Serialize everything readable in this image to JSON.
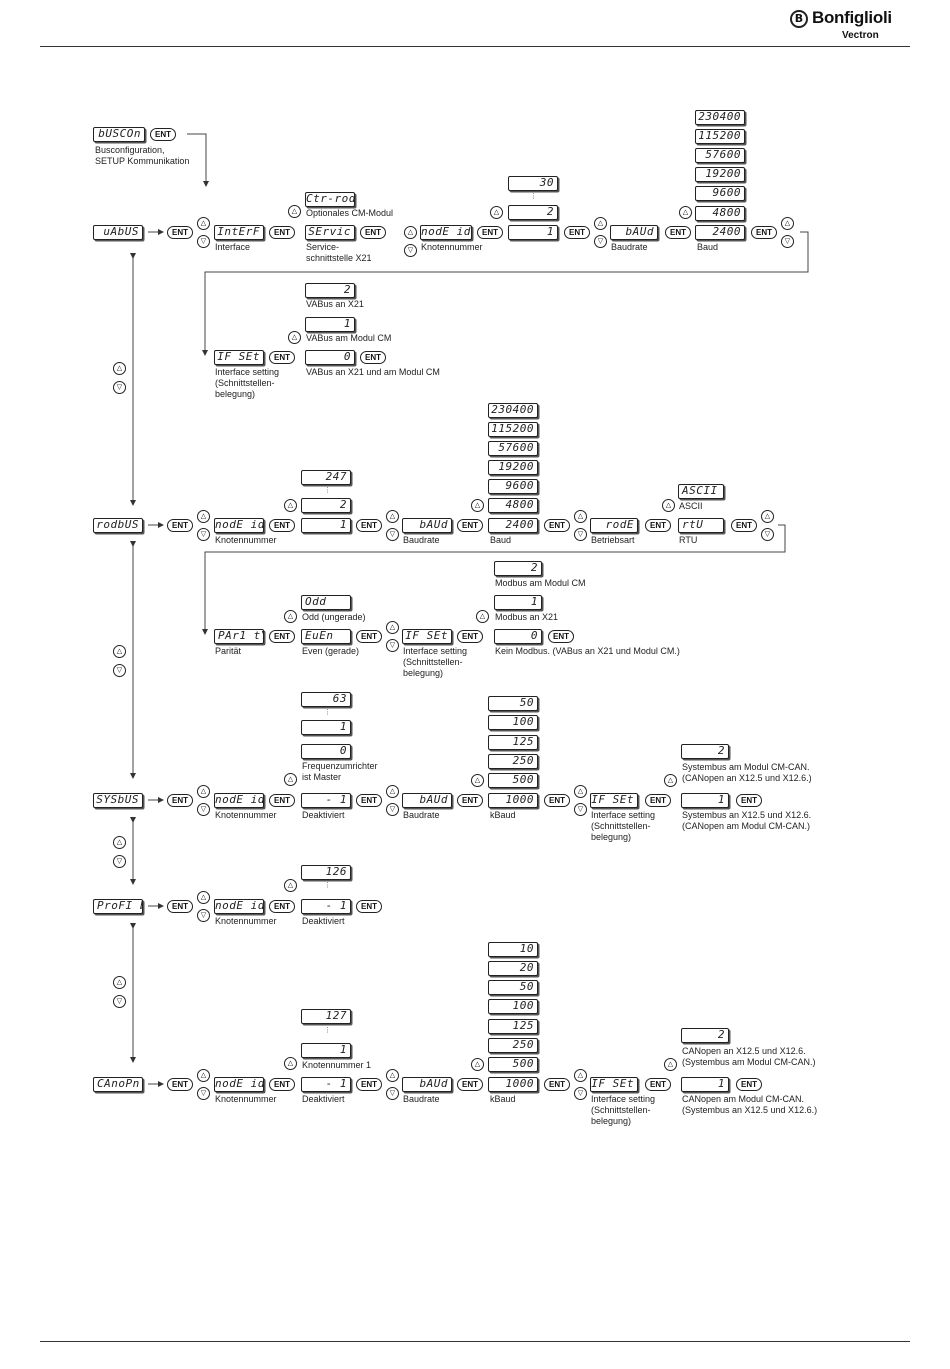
{
  "logo": {
    "brand": "Bonfiglioli",
    "sub": "Vectron"
  },
  "start": {
    "display": "bUSCOn",
    "label": "Busconfiguration,\nSETUP Kommunikation"
  },
  "vabus": {
    "display": "uAbUS",
    "interface": {
      "display": "IntErF",
      "label": "Interface"
    },
    "optional": {
      "display": "Ctr-rod",
      "label": "Optionales CM-Modul"
    },
    "service": {
      "display": "SErvic",
      "label": "Service-\nschnittstelle X21"
    },
    "node": {
      "display": "nodE id",
      "label": "Knotennummer",
      "max": "30",
      "two": "2",
      "one": "1"
    },
    "baud": {
      "display": "bAUd",
      "label": "Baudrate",
      "values": [
        "230400",
        "115200",
        "57600",
        "19200",
        "9600",
        "4800",
        "2400"
      ],
      "unit": "Baud"
    },
    "ifset": {
      "display": "IF SEt",
      "label": "Interface setting\n(Schnittstellen-\nbelegung)",
      "opt2": "2",
      "opt2_label": "VABus an X21",
      "opt1": "1",
      "opt1_label": "VABus am Modul CM",
      "opt0": "0",
      "opt0_label": "VABus an X21 und am Modul CM"
    }
  },
  "modbus": {
    "display": "rodbUS",
    "node": {
      "display": "nodE id",
      "label": "Knotennummer",
      "max": "247",
      "two": "2",
      "one": "1"
    },
    "baud": {
      "display": "bAUd",
      "label": "Baudrate",
      "values": [
        "230400",
        "115200",
        "57600",
        "19200",
        "9600",
        "4800",
        "2400"
      ],
      "unit": "Baud"
    },
    "mode": {
      "display": "rodE",
      "label": "Betriebsart",
      "ascii": "ASCII",
      "ascii_label": "ASCII",
      "rtu": "rtU",
      "rtu_label": "RTU"
    },
    "parity": {
      "display": "PAr1 tY",
      "label": "Parität",
      "odd": "Odd",
      "odd_label": "Odd (ungerade)",
      "even": "EuEn",
      "even_label": "Even (gerade)"
    },
    "ifset": {
      "display": "IF SEt",
      "label": "Interface setting\n(Schnittstellen-\nbelegung)",
      "opt2": "2",
      "opt2_label": "Modbus am Modul CM",
      "opt1": "1",
      "opt1_label": "Modbus an X21",
      "opt0": "0",
      "opt0_label": "Kein Modbus. (VABus an X21 und Modul CM.)"
    }
  },
  "sysbus": {
    "display": "SYSbUS",
    "node": {
      "display": "nodE id",
      "label": "Knotennummer",
      "max": "63",
      "one": "1",
      "zero": "0",
      "zero_label": "Frequenzumrichter\nist Master",
      "minus": "- 1",
      "minus_label": "Deaktiviert"
    },
    "baud": {
      "display": "bAUd",
      "label": "Baudrate",
      "values": [
        "50",
        "100",
        "125",
        "250",
        "500",
        "1000"
      ],
      "unit": "kBaud"
    },
    "ifset": {
      "display": "IF SEt",
      "label": "Interface setting\n(Schnittstellen-\nbelegung)",
      "opt2": "2",
      "opt2_label": "Systembus am Modul CM-CAN.\n(CANopen an X12.5 und X12.6.)",
      "opt1": "1",
      "opt1_label": "Systembus an X12.5 und X12.6.\n(CANopen am Modul CM-CAN.)"
    }
  },
  "profib": {
    "display": "ProFI b",
    "node": {
      "display": "nodE id",
      "label": "Knotennummer",
      "max": "126",
      "minus": "- 1",
      "minus_label": "Deaktiviert"
    }
  },
  "canopen": {
    "display": "CAnoPn",
    "node": {
      "display": "nodE id",
      "label": "Knotennummer",
      "max": "127",
      "one": "1",
      "one_label": "Knotennummer 1",
      "minus": "- 1",
      "minus_label": "Deaktiviert"
    },
    "baud": {
      "display": "bAUd",
      "label": "Baudrate",
      "values": [
        "10",
        "20",
        "50",
        "100",
        "125",
        "250",
        "500",
        "1000"
      ],
      "unit": "kBaud"
    },
    "ifset": {
      "display": "IF SEt",
      "label": "Interface setting\n(Schnittstellen-\nbelegung)",
      "opt2": "2",
      "opt2_label": "CANopen an X12.5 und X12.6.\n(Systembus am Modul CM-CAN.)",
      "opt1": "1",
      "opt1_label": "CANopen am Modul CM-CAN.\n(Systembus an X12.5 und X12.6.)"
    }
  },
  "common": {
    "ent": "ENT",
    "up": "△",
    "down": "▽",
    "dots": "⋮"
  }
}
